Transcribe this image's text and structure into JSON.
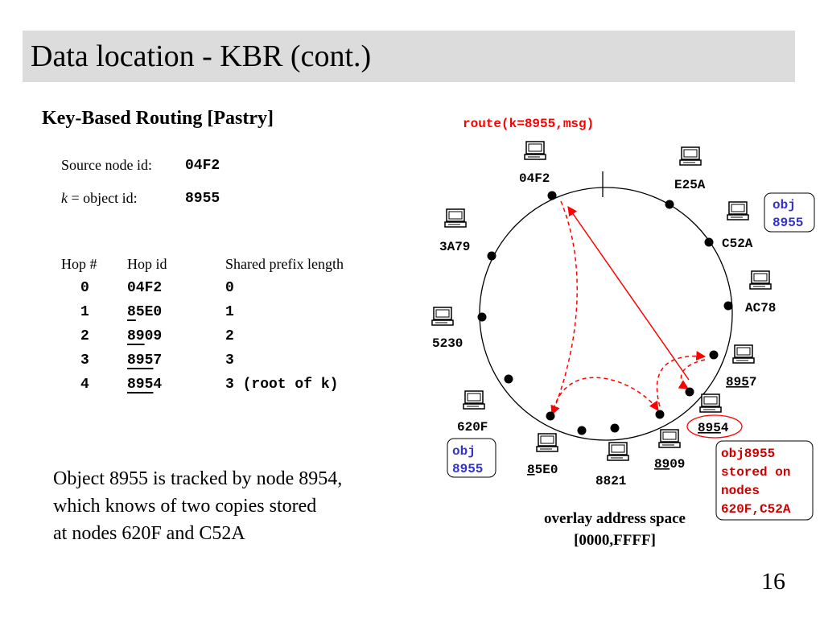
{
  "slide": {
    "title": "Data location - KBR (cont.)",
    "subtitle": "Key-Based Routing [Pastry]",
    "source_label": "Source node id:",
    "source_value": "04F2",
    "k_label_italic": "k",
    "k_label_rest": " = object id:",
    "k_value": "8955",
    "page_number": "16"
  },
  "hop_table": {
    "headers": [
      "Hop #",
      "Hop id",
      "Shared prefix length"
    ],
    "rows": [
      {
        "hop": "0",
        "id_prefix": "",
        "id_rest": "04F2",
        "spl": "0"
      },
      {
        "hop": "1",
        "id_prefix": "8",
        "id_rest": "5E0",
        "spl": "1"
      },
      {
        "hop": "2",
        "id_prefix": "89",
        "id_rest": "09",
        "spl": "2"
      },
      {
        "hop": "3",
        "id_prefix": "895",
        "id_rest": "7",
        "spl": "3"
      },
      {
        "hop": "4",
        "id_prefix": "895",
        "id_rest": "4",
        "spl": "3 (root of k)"
      }
    ]
  },
  "description": {
    "line1": "Object 8955 is tracked by node 8954,",
    "line2": "which knows of two copies stored",
    "line3": "at nodes 620F and C52A"
  },
  "diagram": {
    "route_call": "route(k=8955,msg)",
    "caption_line1": "overlay address space",
    "caption_line2": "[0000,FFFF]",
    "nodes": [
      {
        "id": "04F2",
        "prefix": ""
      },
      {
        "id": "E25A",
        "prefix": ""
      },
      {
        "id": "C52A",
        "prefix": ""
      },
      {
        "id": "AC78",
        "prefix": ""
      },
      {
        "id": "8957",
        "prefix": "895",
        "rest": "7"
      },
      {
        "id": "8954",
        "prefix": "895",
        "rest": "4"
      },
      {
        "id": "8909",
        "prefix": "89",
        "rest": "09"
      },
      {
        "id": "8821",
        "prefix": ""
      },
      {
        "id": "85E0",
        "prefix": "8",
        "rest": "5E0"
      },
      {
        "id": "620F",
        "prefix": ""
      },
      {
        "id": "5230",
        "prefix": ""
      },
      {
        "id": "3A79",
        "prefix": ""
      }
    ],
    "obj_box_right": {
      "line1": "obj",
      "line2": "8955"
    },
    "obj_box_left": {
      "line1": "obj",
      "line2": "8955"
    },
    "stored_box": {
      "line1": "obj8955",
      "line2": "stored on",
      "line3": "nodes",
      "line4": "620F,C52A"
    },
    "colors": {
      "route": "#ff0000",
      "obj_box": "#3333cc",
      "stored_box_text": "#cc0000"
    }
  }
}
